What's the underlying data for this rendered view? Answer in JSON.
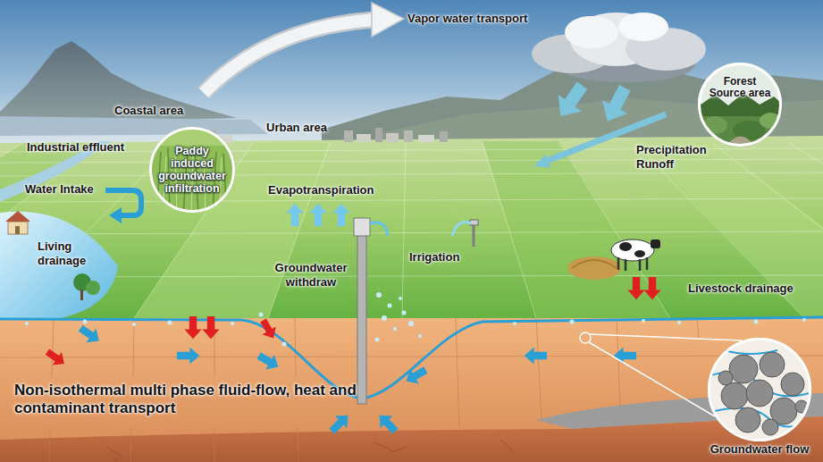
{
  "diagram": {
    "nodes": [
      {
        "text": [
          "Forest Source area"
        ]
      },
      {
        "text": [
          "Paddy induced groundwater infiltration"
        ]
      },
      {
        "text": [
          "Groundwater flow"
        ]
      }
    ],
    "labels": [
      "Vapor water transport",
      "Coastal area",
      "Urban area",
      "Industrial effluent",
      "Water Intake",
      "Precipitation Runoff",
      "Evapotranspiration",
      "Living drainage",
      "Irrigation",
      "Groundwater withdraw",
      "Livestock drainage",
      "Non-isothermal multi phase fluid-flow, heat and contaminant transport"
    ]
  }
}
